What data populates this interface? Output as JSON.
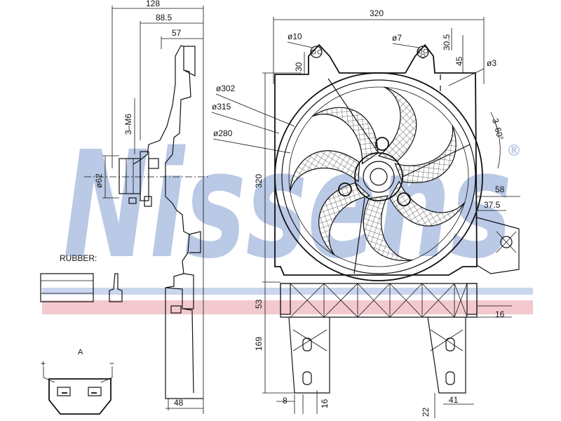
{
  "colors": {
    "watermark": "#b9c9e6",
    "band_red": "#f3c9cf",
    "band_blue": "#c9d6ee",
    "ink": "#111111"
  },
  "watermark": {
    "text": "Nissens",
    "mark": "®"
  },
  "side_view": {
    "dims": {
      "overall": "128",
      "mid": "88.5",
      "inner": "57",
      "bottom": "48",
      "hub_dia": "ø62",
      "screws": "3–M6"
    }
  },
  "front_view": {
    "dims": {
      "width": "320",
      "height": "320",
      "d10": "ø10",
      "d7": "ø7",
      "d30_5": "30.5",
      "d30": "30",
      "d45": "45",
      "d3": "ø3",
      "d302": "ø302",
      "d315": "ø315",
      "d280": "ø280",
      "d3_60": "3–60°",
      "d58": "58",
      "d37_5": "37.5",
      "d53": "53",
      "d169": "169",
      "d16r": "16",
      "d8": "8",
      "d16b": "16",
      "d22": "22",
      "d41": "41"
    }
  },
  "rubber": {
    "label": "RUBBER:"
  },
  "connector": {
    "top": "A",
    "plus": "+",
    "minus": "−"
  }
}
